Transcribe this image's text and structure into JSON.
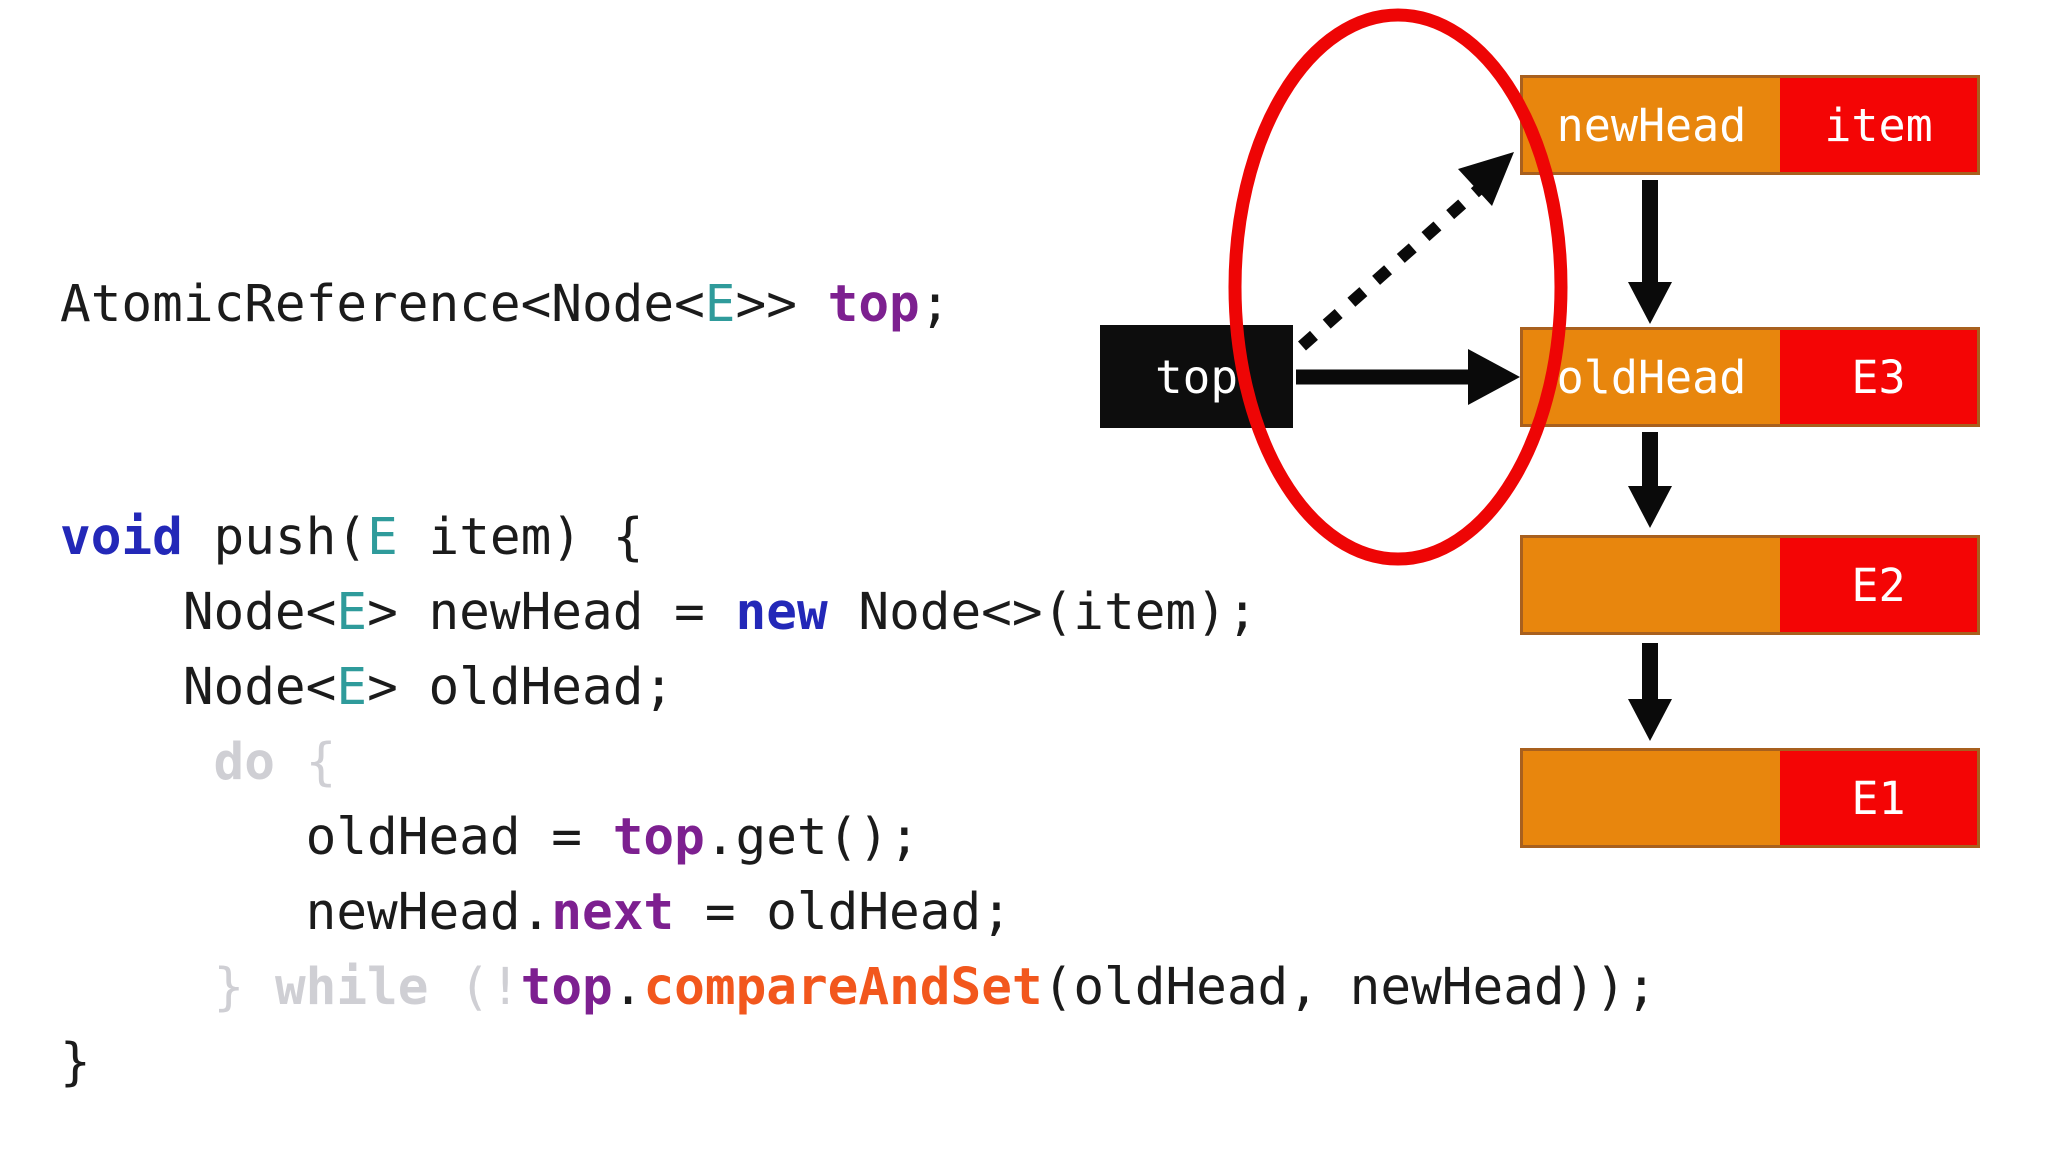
{
  "stack": {
    "pointer_label": "top",
    "rows": [
      {
        "ref": "newHead",
        "val": "item"
      },
      {
        "ref": "oldHead",
        "val": "E3"
      },
      {
        "ref": "",
        "val": "E2"
      },
      {
        "ref": "",
        "val": "E1"
      }
    ]
  },
  "code": {
    "declaration": [
      {
        "t": "AtomicReference<Node<",
        "c": "p"
      },
      {
        "t": "E",
        "c": "t"
      },
      {
        "t": ">> ",
        "c": "p"
      },
      {
        "t": "top",
        "c": "f"
      },
      {
        "t": ";",
        "c": "p"
      }
    ],
    "body": [
      [
        {
          "t": "void",
          "c": "k"
        },
        {
          "t": " push(",
          "c": "p"
        },
        {
          "t": "E",
          "c": "t"
        },
        {
          "t": " item) {",
          "c": "p"
        }
      ],
      [
        {
          "t": "    Node<",
          "c": "p"
        },
        {
          "t": "E",
          "c": "t"
        },
        {
          "t": "> newHead = ",
          "c": "p"
        },
        {
          "t": "new",
          "c": "k"
        },
        {
          "t": " Node<>(item);",
          "c": "p"
        }
      ],
      [
        {
          "t": "    Node<",
          "c": "p"
        },
        {
          "t": "E",
          "c": "t"
        },
        {
          "t": "> oldHead;",
          "c": "p"
        }
      ],
      [
        {
          "t": "     ",
          "c": "p"
        },
        {
          "t": "do",
          "c": "db"
        },
        {
          "t": " {",
          "c": "d"
        }
      ],
      [
        {
          "t": "        oldHead = ",
          "c": "p"
        },
        {
          "t": "top",
          "c": "f"
        },
        {
          "t": ".get();",
          "c": "p"
        }
      ],
      [
        {
          "t": "        newHead.",
          "c": "p"
        },
        {
          "t": "next",
          "c": "f"
        },
        {
          "t": " = oldHead;",
          "c": "p"
        }
      ],
      [
        {
          "t": "     } ",
          "c": "d"
        },
        {
          "t": "while",
          "c": "db"
        },
        {
          "t": " (",
          "c": "d"
        },
        {
          "t": "!",
          "c": "d"
        },
        {
          "t": "top",
          "c": "f"
        },
        {
          "t": ".",
          "c": "p"
        },
        {
          "t": "compareAndSet",
          "c": "call"
        },
        {
          "t": "(oldHead, newHead));",
          "c": "p"
        }
      ],
      [
        {
          "t": "}",
          "c": "p"
        }
      ]
    ]
  },
  "colors": {
    "orange": "#e8860d",
    "red": "#f40505",
    "black": "#0d0d0d",
    "node_border": "#a8601e",
    "ellipse": "#ee0505",
    "arrow": "#0a0a0a",
    "box_text": "#ffffff"
  },
  "syntax": {
    "plain": "#1b1b1b",
    "type": "#2f9b9b",
    "keyword": "#2328b8",
    "field": "#7d2090",
    "dim": "#cfcfd4",
    "call": "#f2571d"
  }
}
